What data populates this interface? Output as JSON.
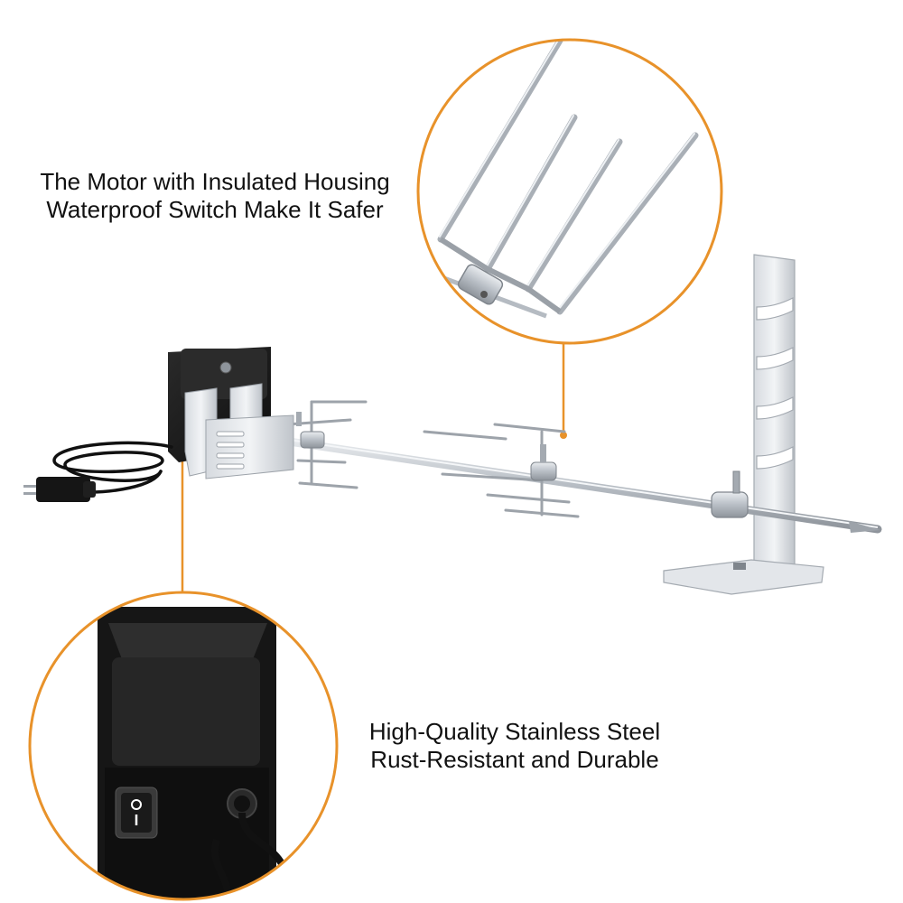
{
  "captions": {
    "motor": {
      "line1": "The Motor with Insulated Housing",
      "line2": "Waterproof Switch Make It Safer"
    },
    "steel": {
      "line1": "High-Quality Stainless Steel",
      "line2": "Rust-Resistant and Durable"
    }
  },
  "colors": {
    "accent": "#E8922A",
    "motor_body": "#1A1A1A",
    "steel": "#C9CDD2",
    "steel_dark": "#8E949B",
    "cord": "#111111",
    "text": "#111111"
  },
  "icons": {
    "callout_fork": "fork-closeup-icon",
    "callout_motor": "motor-closeup-icon",
    "switch": "rocker-switch-icon"
  }
}
